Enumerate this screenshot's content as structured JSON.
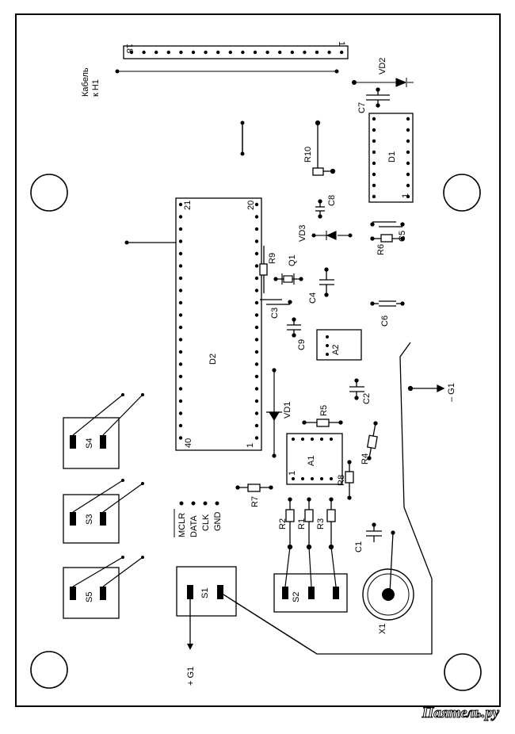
{
  "cable": {
    "label1": "Кабель",
    "label2": "к H1",
    "pin_first": "18",
    "pin_last": "1"
  },
  "chips": {
    "d1": "D1",
    "d1_pin": "1",
    "d2": "D2",
    "d2_pin21": "21",
    "d2_pin20": "20",
    "d2_pin40": "40",
    "d2_pin1": "1"
  },
  "parts": {
    "vd2": "VD2",
    "c7": "C7",
    "r10": "R10",
    "c8": "C8",
    "vd3": "VD3",
    "c5": "C5",
    "r6": "R6",
    "r9": "R9",
    "q1": "Q1",
    "c3": "C3",
    "c4": "C4",
    "c6": "C6",
    "c9": "C9",
    "a2": "A2",
    "c2": "C2",
    "vd1": "VD1",
    "r5": "R5",
    "a1": "A1",
    "a1_pin": "1",
    "r4": "R4",
    "r8": "R8",
    "r7": "R7",
    "r2": "R2",
    "r1": "R1",
    "r3": "R3",
    "c1": "C1",
    "x1": "X1",
    "s1": "S1",
    "s2": "S2",
    "s3": "S3",
    "s4": "S4",
    "s5": "S5"
  },
  "power": {
    "neg": "– G1",
    "pos": "+ G1"
  },
  "prog_pins": {
    "mclr": "MCLR",
    "data": "DATA",
    "clk": "CLK",
    "gnd": "GND"
  },
  "watermark": "Паятель.ру"
}
